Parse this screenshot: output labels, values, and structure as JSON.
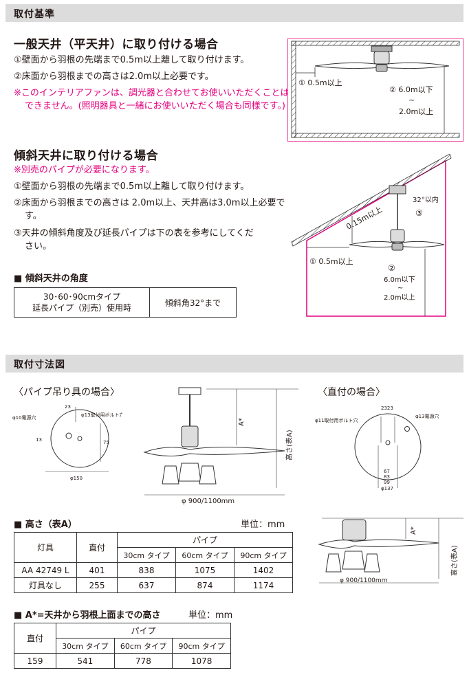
{
  "section1": {
    "title": "取付基準",
    "flat": {
      "heading": "一般天井（平天井）に取り付ける場合",
      "item1": "①壁面から羽根の先端まで0.5m以上離して取り付けます。",
      "item2": "②床面から羽根までの高さは2.0m以上必要です。",
      "note": "※このインテリアファンは、調光器と合わせてお使いいただくことはできません。(照明器具と一緒にお使いいただく場合も同様です。)"
    },
    "slope": {
      "heading": "傾斜天井に取り付ける場合",
      "note": "※別売のパイプが必要になります。",
      "item1": "①壁面から羽根の先端まで0.5m以上離して取り付けます。",
      "item2": "②床面から羽根までの高さは 2.0m以上、天井高は3.0m以上必要です。",
      "item3": "③天井の傾斜角度及び延長パイプは下の表を参考にしてください。"
    },
    "angle_table": {
      "title": "■ 傾斜天井の角度",
      "left_line1": "30･60･90cmタイプ",
      "left_line2": "延長パイプ（別売）使用時",
      "right": "傾斜角32°まで"
    },
    "diagram_flat": {
      "label1": "① 0.5m以上",
      "label2a": "② 6.0m以下",
      "label2b": "~",
      "label2c": "2.0m以上"
    },
    "diagram_slope": {
      "label_angle": "32°以内",
      "label_3": "③",
      "label_015": "0.15m以上",
      "label1": "① 0.5m以上",
      "label2": "②",
      "label2a": "6.0m以下",
      "label2b": "~",
      "label2c": "2.0m以上"
    }
  },
  "section2": {
    "title": "取付寸法図",
    "pipe_heading": "〈パイプ吊り具の場合〉",
    "direct_heading": "〈直付の場合〉",
    "pipe_plate": {
      "dim_top": "23",
      "hole_left": "φ10電源穴",
      "hole_right": "φ13取付用ボルト穴",
      "dim_left": "13",
      "dim_right": "75",
      "dim_bottom": "φ150"
    },
    "pipe_fan": {
      "a_label": "A*",
      "height_label": "高さ(表A)",
      "diameter": "φ 900/1100mm"
    },
    "direct_plate": {
      "dim_top": "2323",
      "hole_left": "φ11取付用ボルト穴",
      "hole_right": "φ13電源穴",
      "dim1": "67",
      "dim2": "83",
      "dim3": "99",
      "dim4": "φ137"
    },
    "direct_fan": {
      "a_label": "A*",
      "height_label": "高さ(表A)",
      "diameter": "φ 900/1100mm"
    },
    "table_a": {
      "title": "■ 高さ（表A）",
      "unit": "単位：mm",
      "h_fixture": "灯具",
      "h_direct": "直付",
      "h_pipe": "パイプ",
      "h_30": "30cm タイプ",
      "h_60": "60cm タイプ",
      "h_90": "90cm タイプ",
      "rows": [
        {
          "name": "AA 42749 L",
          "direct": "401",
          "p30": "838",
          "p60": "1075",
          "p90": "1402"
        },
        {
          "name": "灯具なし",
          "direct": "255",
          "p30": "637",
          "p60": "874",
          "p90": "1174"
        }
      ]
    },
    "table_b": {
      "title": "■ A*=天井から羽根上面までの高さ",
      "unit": "単位：mm",
      "h_direct": "直付",
      "h_pipe": "パイプ",
      "h_30": "30cm タイプ",
      "h_60": "60cm タイプ",
      "h_90": "90cm タイプ",
      "row": {
        "direct": "159",
        "p30": "541",
        "p60": "778",
        "p90": "1078"
      }
    }
  }
}
